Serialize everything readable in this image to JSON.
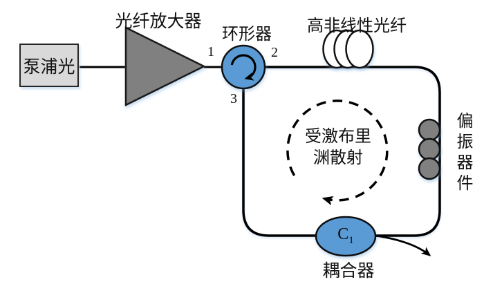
{
  "diagram": {
    "description": "Ring-cavity stimulated Brillouin scattering fiber laser schematic",
    "colors": {
      "accent_blue": "#5B9BD5",
      "shape_gray": "#808080",
      "box_fill": "#D9D9D9",
      "stroke_black": "#000000",
      "background": "#FFFFFF"
    },
    "nodes": {
      "pump": {
        "label": "泵浦光"
      },
      "amplifier": {
        "label": "光纤放大器"
      },
      "circulator": {
        "label": "环形器",
        "ports": {
          "p1": "1",
          "p2": "2",
          "p3": "3"
        }
      },
      "hnlf": {
        "label": "高非线性光纤"
      },
      "polarization": {
        "label": "偏振器件"
      },
      "sbs": {
        "label_line1": "受激布里",
        "label_line2": "渊散射"
      },
      "coupler": {
        "label": "耦合器",
        "symbol": "C",
        "symbol_sub": "1"
      }
    },
    "icons": {
      "circulator_rotation": "clockwise-arrow",
      "sbs_rotation": "clockwise-dashed-arrow",
      "output": "curved-output-arrow"
    }
  }
}
